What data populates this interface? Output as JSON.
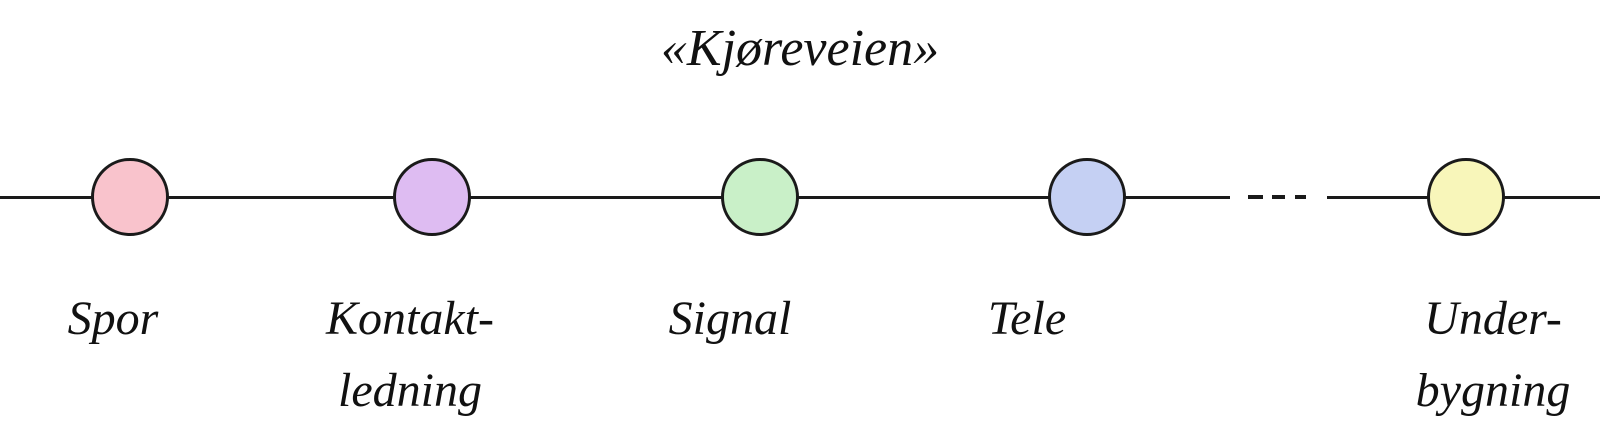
{
  "diagram": {
    "title": "«Kjøreveien»",
    "type": "node-link-chain",
    "line_color": "#1a1a1a",
    "background_color": "#ffffff",
    "ellipsis_between": [
      "Tele",
      "Under-bygning"
    ],
    "nodes": [
      {
        "id": "spor",
        "label": "Spor",
        "color": "#f9c3cc"
      },
      {
        "id": "kontaktledning",
        "label": "Kontakt-\nledning",
        "color": "#debcf2"
      },
      {
        "id": "signal",
        "label": "Signal",
        "color": "#c9f0c8"
      },
      {
        "id": "tele",
        "label": "Tele",
        "color": "#c5d0f3"
      },
      {
        "id": "underbygning",
        "label": "Under-\nbygning",
        "color": "#f8f6ba"
      }
    ]
  }
}
